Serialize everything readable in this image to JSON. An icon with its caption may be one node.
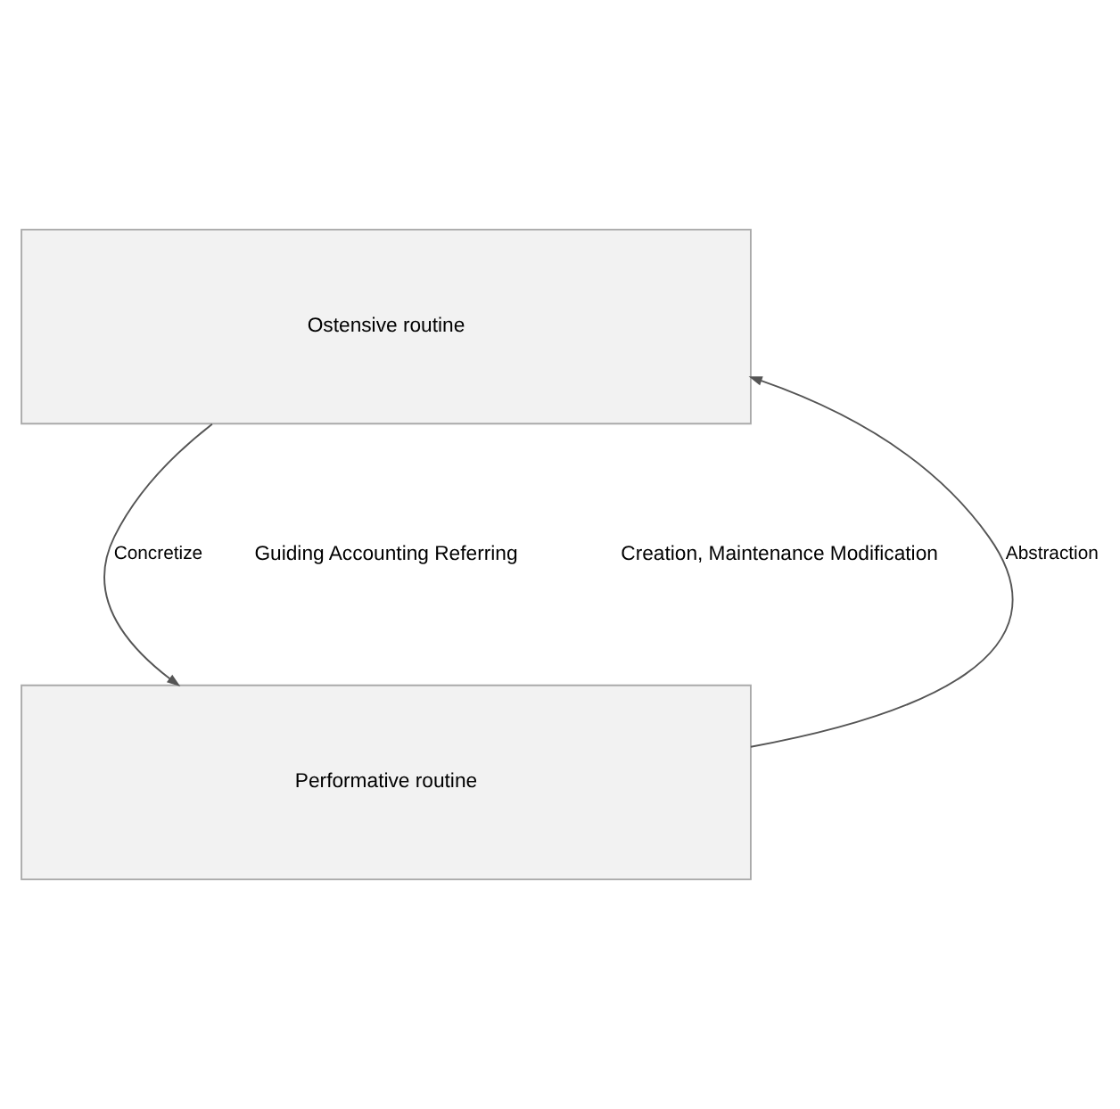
{
  "diagram": {
    "nodes": [
      {
        "text": [
          "Ostensive routine"
        ]
      },
      {
        "text": [
          "Performative routine"
        ]
      }
    ],
    "edges": [
      {
        "from": 0,
        "to": 1,
        "arrow": "to",
        "label": "Concretize"
      },
      {
        "from": 1,
        "to": 0,
        "arrow": "to",
        "label": "Abstraction"
      }
    ],
    "labels": [
      "Guiding Accounting Referring",
      "Creation, Maintenance Modification"
    ]
  }
}
